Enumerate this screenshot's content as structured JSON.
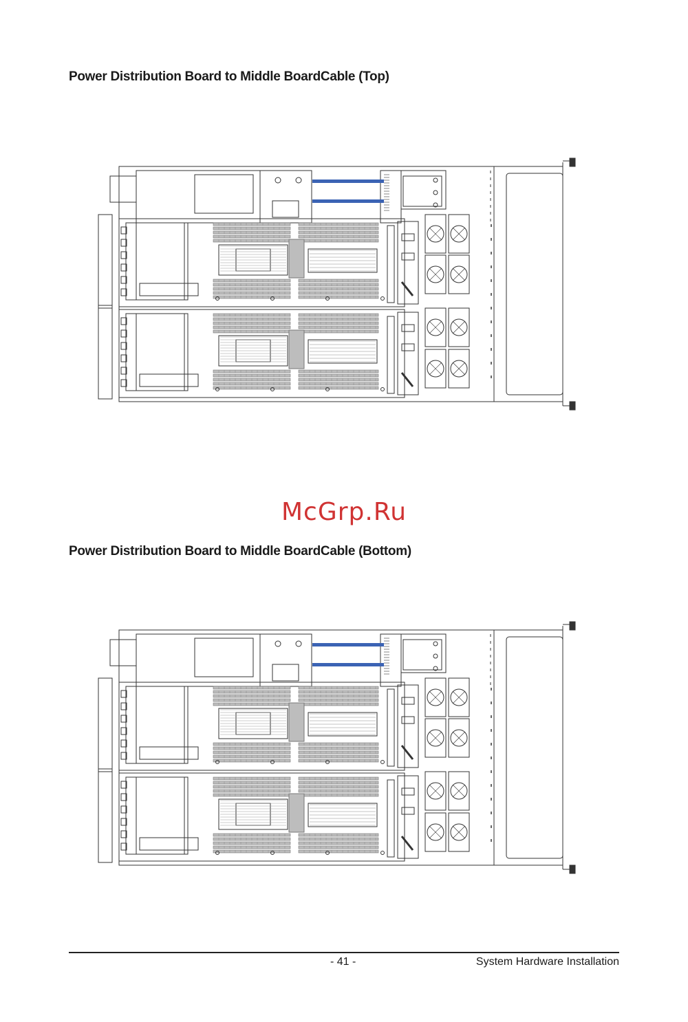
{
  "sections": [
    {
      "title": "Power Distribution Board to Middle BoardCable (Top)"
    },
    {
      "title": "Power Distribution Board to Middle BoardCable (Bottom)"
    }
  ],
  "watermark": "McGrp.Ru",
  "footer": {
    "page_number": "- 41 -",
    "section_title": "System Hardware Installation"
  },
  "colors": {
    "cable_highlight": "#3b63b4",
    "line_art": "#333333",
    "dimm_fill": "#bdbdbd",
    "watermark": "#cc1e1e"
  }
}
